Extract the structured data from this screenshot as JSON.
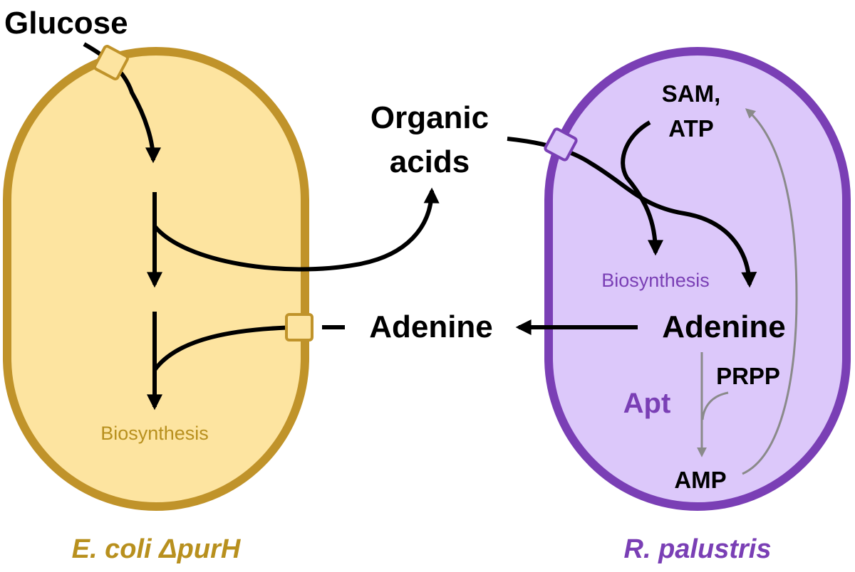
{
  "labels": {
    "glucose": "Glucose",
    "organic_acids_line1": "Organic",
    "organic_acids_line2": "acids",
    "adenine_middle": "Adenine",
    "adenine_right": "Adenine",
    "sam_atp_line1": "SAM,",
    "sam_atp_line2": "ATP",
    "biosynthesis_left": "Biosynthesis",
    "biosynthesis_right": "Biosynthesis",
    "prpp": "PRPP",
    "apt": "Apt",
    "amp": "AMP",
    "ecoli_title": "E. coli ΔpurH",
    "rpalustris_title": "R. palustris"
  },
  "colors": {
    "ecoli_fill": "#fde4a0",
    "ecoli_border": "#c0932a",
    "ecoli_text": "#b8901e",
    "rpal_fill": "#dcc8fa",
    "rpal_border": "#7a3fb5",
    "rpal_text": "#7a3fb5",
    "arrow": "#000000",
    "grey_arrow": "#8a8a8a"
  }
}
